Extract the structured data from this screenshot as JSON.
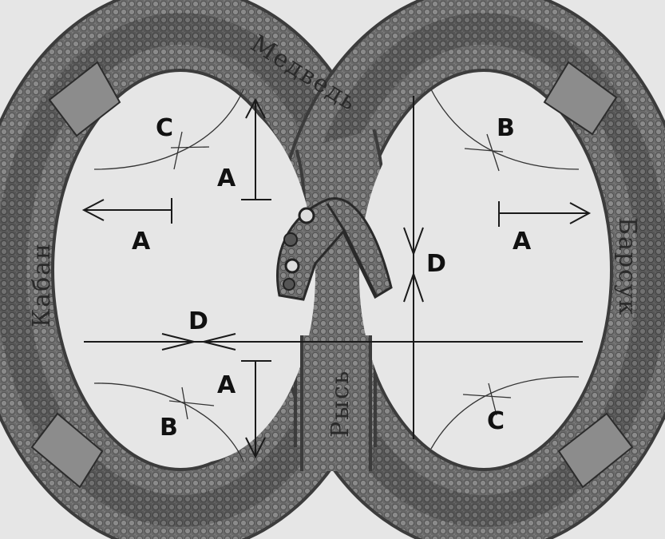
{
  "animals": {
    "top": "Медведь",
    "left": "Кабан",
    "right": "Барсук",
    "bottom": "Рысь"
  },
  "labels": {
    "c_top_left": "C",
    "a_top_left_vertical": "A",
    "a_left_horizontal": "A",
    "d_left_horizontal": "D",
    "a_bottom_left_vertical": "A",
    "b_bottom_left": "B",
    "b_top_right": "B",
    "a_right_horizontal": "A",
    "d_right_vertical": "D",
    "c_bottom_right": "C"
  },
  "colors": {
    "background": "#e6e6e6",
    "serpent_body": "#5e5e5e",
    "lines": "#1a1a1a"
  }
}
